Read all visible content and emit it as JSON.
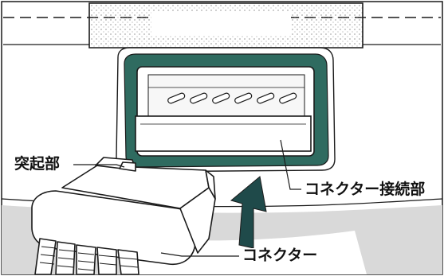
{
  "labels": {
    "protrusion": "突起部",
    "connector_port": "コネクター接続部",
    "connector": "コネクター"
  },
  "colors": {
    "line": "#1a1a1a",
    "panel_fill": "#d9d9d9",
    "recess_border": "#2f6b60",
    "arrow": "#1f4a4a",
    "background": "#ffffff"
  }
}
